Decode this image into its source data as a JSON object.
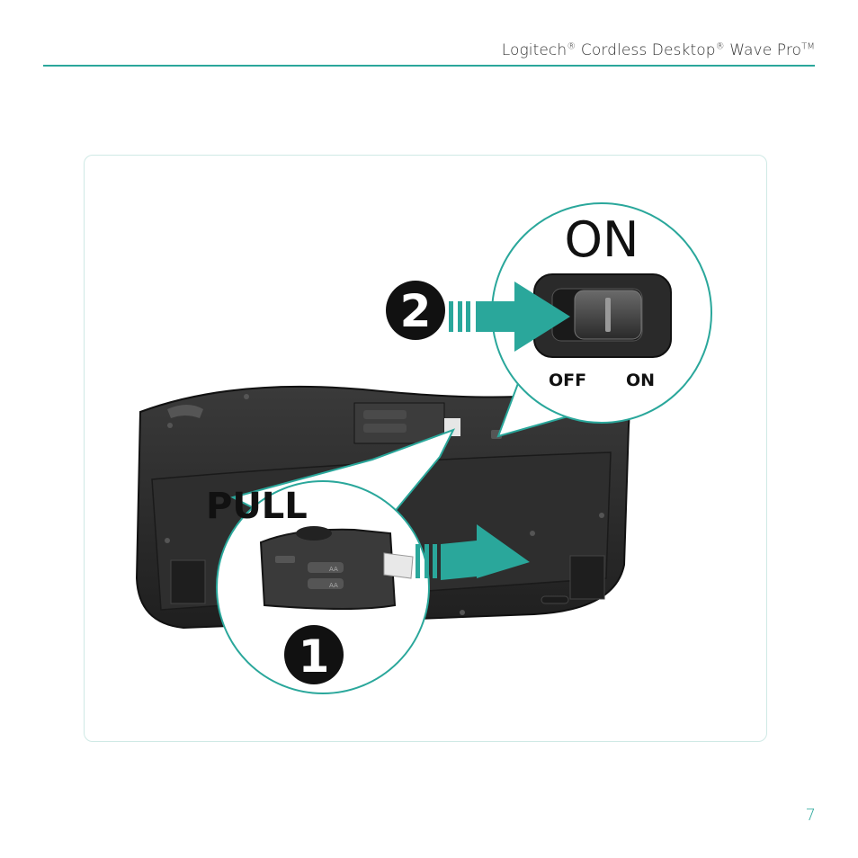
{
  "header": {
    "brand": "Logitech",
    "product_1": " Cordless Desktop",
    "product_2": " Wave Pro",
    "registered_mark": "®",
    "trademark": "TM"
  },
  "illustration": {
    "step_1_number": "1",
    "step_2_number": "2",
    "pull_label": "PULL",
    "on_heading": "ON",
    "switch_off_label": "OFF",
    "switch_on_label": "ON",
    "battery_label_top": "AA",
    "battery_label_bottom": "AA"
  },
  "footer": {
    "page_number": "7"
  },
  "colors": {
    "accent": "#2aa79b",
    "keyboard": "#2b2b2b",
    "step_badge": "#111111"
  },
  "icons": [
    "step-arrow-icon",
    "power-switch-icon",
    "pull-tab-icon"
  ]
}
